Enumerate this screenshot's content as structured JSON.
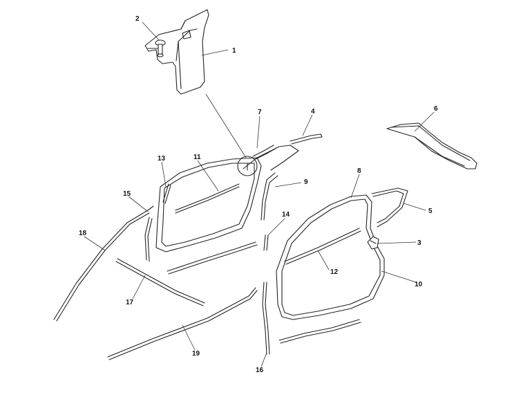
{
  "diagram": {
    "parts": [
      {
        "id": "p1",
        "label": "1"
      },
      {
        "id": "p2",
        "label": "2"
      },
      {
        "id": "p3",
        "label": "3"
      },
      {
        "id": "p4",
        "label": "4"
      },
      {
        "id": "p5",
        "label": "5"
      },
      {
        "id": "p6",
        "label": "6"
      },
      {
        "id": "p7",
        "label": "7"
      },
      {
        "id": "p8",
        "label": "8"
      },
      {
        "id": "p9",
        "label": "9"
      },
      {
        "id": "p10",
        "label": "10"
      },
      {
        "id": "p11",
        "label": "11"
      },
      {
        "id": "p12",
        "label": "12"
      },
      {
        "id": "p13",
        "label": "13"
      },
      {
        "id": "p14",
        "label": "14"
      },
      {
        "id": "p15",
        "label": "15"
      },
      {
        "id": "p16",
        "label": "16"
      },
      {
        "id": "p17",
        "label": "17"
      },
      {
        "id": "p18",
        "label": "18"
      },
      {
        "id": "p19",
        "label": "19"
      }
    ]
  }
}
